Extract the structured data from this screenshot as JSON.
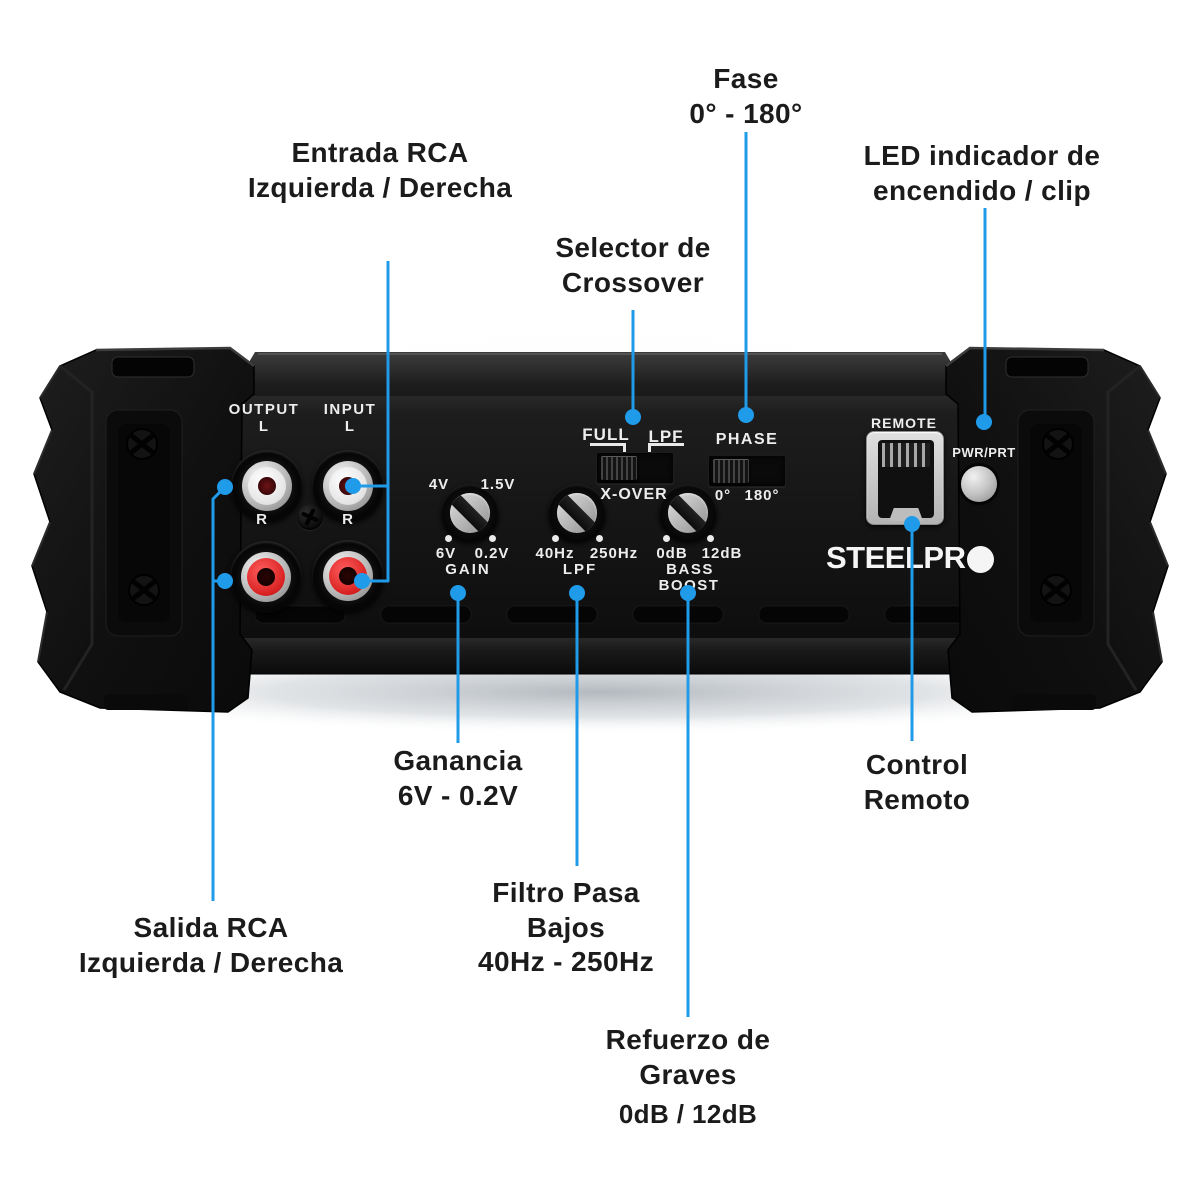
{
  "colors": {
    "background": "#ffffff",
    "callout_text": "#1b1b1b",
    "connector_blue": "#1f9bea",
    "device_body": "#141414",
    "panel_text": "#ededed",
    "rca_left_insulator": "#efefef",
    "rca_right_insulator": "#d82121",
    "brand_white": "#f5f5f5"
  },
  "callouts": {
    "fase": {
      "line1": "Fase",
      "line2": "0° - 180°"
    },
    "entrada": {
      "line1": "Entrada RCA",
      "line2": "Izquierda / Derecha"
    },
    "led": {
      "line1": "LED indicador de",
      "line2": "encendido / clip"
    },
    "selector": {
      "line1": "Selector de",
      "line2": "Crossover"
    },
    "ganancia": {
      "line1": "Ganancia",
      "line2": "6V - 0.2V"
    },
    "control": {
      "line1": "Control",
      "line2": "Remoto"
    },
    "salida": {
      "line1": "Salida RCA",
      "line2": "Izquierda / Derecha"
    },
    "filtro": {
      "line1": "Filtro Pasa",
      "line2": "Bajos",
      "line3": "40Hz - 250Hz"
    },
    "refuerzo": {
      "line1": "Refuerzo de",
      "line2": "Graves",
      "line3": "0dB  / 12dB"
    }
  },
  "panel": {
    "output": {
      "title": "OUTPUT",
      "top": "L",
      "bottom": "R"
    },
    "input": {
      "title": "INPUT",
      "top": "L",
      "bottom": "R"
    },
    "gain": {
      "tl": "4V",
      "tr": "1.5V",
      "bl": "6V",
      "br": "0.2V",
      "label": "GAIN"
    },
    "xover": {
      "left": "FULL",
      "right": "LPF",
      "label": "X-OVER"
    },
    "lpf": {
      "bl": "40Hz",
      "br": "250Hz",
      "label": "LPF"
    },
    "phase": {
      "title": "PHASE",
      "left": "0°",
      "right": "180°"
    },
    "bass": {
      "bl": "0dB",
      "br": "12dB",
      "label1": "BASS",
      "label2": "BOOST"
    },
    "remote": {
      "label": "REMOTE"
    },
    "led": {
      "label": "PWR/PRT"
    },
    "brand": {
      "text": "STEELPR"
    }
  }
}
